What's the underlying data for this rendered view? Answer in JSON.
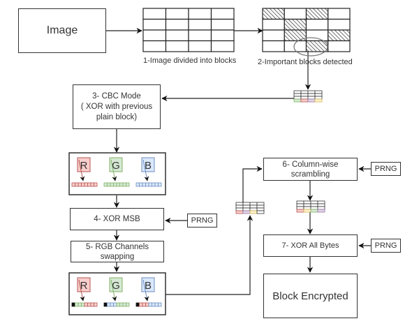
{
  "nodes": {
    "image": "Image",
    "step1_label": "1-Image divided into blocks",
    "step2_label": "2-Important blocks detected",
    "step3": "3- CBC Mode\n( XOR with previous plain block)",
    "step3_line1": "3- CBC Mode",
    "step3_line2": "( XOR with previous",
    "step3_line3": "plain block)",
    "step4": "4- XOR MSB",
    "step5_line1": "5- RGB Channels",
    "step5_line2": "swapping",
    "step6_line1": "6- Column-wise",
    "step6_line2": "scrambling",
    "step7": "7- XOR All Bytes",
    "final": "Block Encrypted",
    "prng": "PRNG"
  },
  "channels": [
    "R",
    "G",
    "B"
  ],
  "colors": {
    "red": "#f8cecc",
    "red_stroke": "#b85450",
    "green": "#d5e8d4",
    "green_stroke": "#82b366",
    "blue": "#dae8fc",
    "blue_stroke": "#6c8ebf",
    "purple": "#e1d5e7",
    "purple_stroke": "#9673a6",
    "yellow": "#fff2cc",
    "yellow_stroke": "#d6b656",
    "line": "#333333"
  },
  "grid2_hatched_cells": [
    [
      0,
      0
    ],
    [
      0,
      2
    ],
    [
      1,
      1
    ],
    [
      2,
      1
    ],
    [
      2,
      3
    ],
    [
      3,
      2
    ]
  ],
  "block_strip_a": [
    "green",
    "red",
    "purple",
    "yellow"
  ],
  "block_strip_b": [
    "red",
    "purple",
    "yellow",
    "white"
  ],
  "block_strip_c": [
    "red",
    "yellow",
    "green",
    "purple"
  ]
}
